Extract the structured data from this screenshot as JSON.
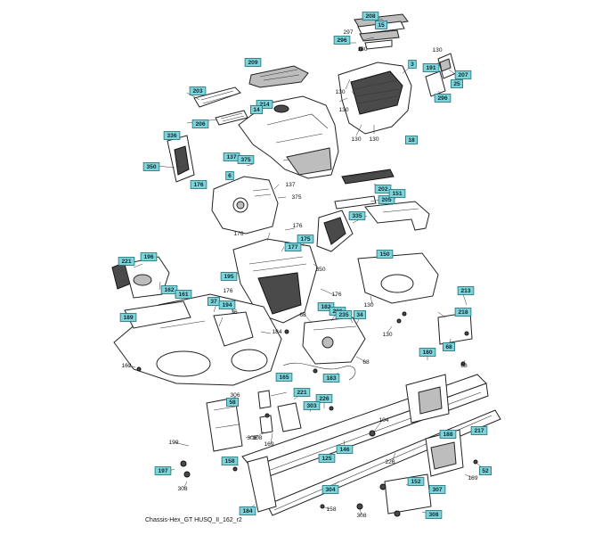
{
  "caption": "Chassis-Hex_GT HUSQ_II_162_r2",
  "callouts": [
    {
      "id": "c208",
      "label": "208",
      "boxed": true
    },
    {
      "id": "c15",
      "label": "15",
      "boxed": true
    },
    {
      "id": "c297",
      "label": "297",
      "boxed": false
    },
    {
      "id": "c296a",
      "label": "296",
      "boxed": true
    },
    {
      "id": "c130a",
      "label": "130",
      "boxed": false
    },
    {
      "id": "c130b",
      "label": "130",
      "boxed": false
    },
    {
      "id": "c3",
      "label": "3",
      "boxed": true
    },
    {
      "id": "c191",
      "label": "191",
      "boxed": true
    },
    {
      "id": "c207",
      "label": "207",
      "boxed": true
    },
    {
      "id": "c25",
      "label": "25",
      "boxed": true
    },
    {
      "id": "c296b",
      "label": "296",
      "boxed": true
    },
    {
      "id": "c209",
      "label": "209",
      "boxed": true
    },
    {
      "id": "c203",
      "label": "203",
      "boxed": true
    },
    {
      "id": "c214",
      "label": "214",
      "boxed": true
    },
    {
      "id": "c14",
      "label": "14",
      "boxed": true
    },
    {
      "id": "c206",
      "label": "206",
      "boxed": true
    },
    {
      "id": "c130c",
      "label": "130",
      "boxed": false
    },
    {
      "id": "c130d",
      "label": "130",
      "boxed": false
    },
    {
      "id": "c130e",
      "label": "130",
      "boxed": false
    },
    {
      "id": "c130f",
      "label": "130",
      "boxed": false
    },
    {
      "id": "c18",
      "label": "18",
      "boxed": true
    },
    {
      "id": "c336",
      "label": "336",
      "boxed": true
    },
    {
      "id": "c350a",
      "label": "350",
      "boxed": true
    },
    {
      "id": "c137a",
      "label": "137",
      "boxed": true
    },
    {
      "id": "c375a",
      "label": "375",
      "boxed": true
    },
    {
      "id": "c6",
      "label": "6",
      "boxed": true
    },
    {
      "id": "c176a",
      "label": "176",
      "boxed": true
    },
    {
      "id": "c137b",
      "label": "137",
      "boxed": false
    },
    {
      "id": "c375b",
      "label": "375",
      "boxed": false
    },
    {
      "id": "c202",
      "label": "202",
      "boxed": true
    },
    {
      "id": "c205",
      "label": "205",
      "boxed": true
    },
    {
      "id": "c151",
      "label": "151",
      "boxed": true
    },
    {
      "id": "c335",
      "label": "335",
      "boxed": true
    },
    {
      "id": "c176b",
      "label": "176",
      "boxed": false
    },
    {
      "id": "c176c",
      "label": "176",
      "boxed": false
    },
    {
      "id": "c175",
      "label": "175",
      "boxed": true
    },
    {
      "id": "c177",
      "label": "177",
      "boxed": true
    },
    {
      "id": "c221a",
      "label": "221",
      "boxed": true
    },
    {
      "id": "c196",
      "label": "196",
      "boxed": true
    },
    {
      "id": "c195",
      "label": "195",
      "boxed": true
    },
    {
      "id": "c350b",
      "label": "350",
      "boxed": false
    },
    {
      "id": "c150",
      "label": "150",
      "boxed": true
    },
    {
      "id": "c162a",
      "label": "162",
      "boxed": true
    },
    {
      "id": "c161",
      "label": "161",
      "boxed": true
    },
    {
      "id": "c176d",
      "label": "176",
      "boxed": false
    },
    {
      "id": "c176e",
      "label": "176",
      "boxed": false
    },
    {
      "id": "c37",
      "label": "37",
      "boxed": true
    },
    {
      "id": "c194",
      "label": "194",
      "boxed": true
    },
    {
      "id": "c36",
      "label": "36",
      "boxed": false
    },
    {
      "id": "c213",
      "label": "213",
      "boxed": true
    },
    {
      "id": "c130g",
      "label": "130",
      "boxed": false
    },
    {
      "id": "c189a",
      "label": "189",
      "boxed": true
    },
    {
      "id": "c68a",
      "label": "68",
      "boxed": false
    },
    {
      "id": "c182",
      "label": "182",
      "boxed": true
    },
    {
      "id": "c236",
      "label": "236",
      "boxed": true
    },
    {
      "id": "c235",
      "label": "235",
      "boxed": true
    },
    {
      "id": "c34",
      "label": "34",
      "boxed": true
    },
    {
      "id": "c218",
      "label": "218",
      "boxed": true
    },
    {
      "id": "c184a",
      "label": "184",
      "boxed": false
    },
    {
      "id": "c130h",
      "label": "130",
      "boxed": false
    },
    {
      "id": "c68b",
      "label": "68",
      "boxed": true
    },
    {
      "id": "c162b",
      "label": "162",
      "boxed": false
    },
    {
      "id": "c180",
      "label": "180",
      "boxed": true
    },
    {
      "id": "c68c",
      "label": "68",
      "boxed": false
    },
    {
      "id": "c68d",
      "label": "68",
      "boxed": false
    },
    {
      "id": "c165",
      "label": "165",
      "boxed": true
    },
    {
      "id": "c183",
      "label": "183",
      "boxed": true
    },
    {
      "id": "c306",
      "label": "306",
      "boxed": false
    },
    {
      "id": "c221b",
      "label": "221",
      "boxed": true
    },
    {
      "id": "c226",
      "label": "226",
      "boxed": true
    },
    {
      "id": "c58",
      "label": "58",
      "boxed": true
    },
    {
      "id": "c303",
      "label": "303",
      "boxed": true
    },
    {
      "id": "c308a",
      "label": "308",
      "boxed": false
    },
    {
      "id": "c104",
      "label": "104",
      "boxed": false
    },
    {
      "id": "c308b",
      "label": "308",
      "boxed": false
    },
    {
      "id": "c169",
      "label": "169",
      "boxed": false
    },
    {
      "id": "c199",
      "label": "199",
      "boxed": false
    },
    {
      "id": "c146",
      "label": "146",
      "boxed": true
    },
    {
      "id": "c217",
      "label": "217",
      "boxed": true
    },
    {
      "id": "c188",
      "label": "188",
      "boxed": true
    },
    {
      "id": "c125",
      "label": "125",
      "boxed": true
    },
    {
      "id": "c228",
      "label": "228",
      "boxed": false
    },
    {
      "id": "c158a",
      "label": "158",
      "boxed": true
    },
    {
      "id": "c197",
      "label": "197",
      "boxed": true
    },
    {
      "id": "c52",
      "label": "52",
      "boxed": true
    },
    {
      "id": "c189b",
      "label": "189",
      "boxed": false
    },
    {
      "id": "c308c",
      "label": "308",
      "boxed": false
    },
    {
      "id": "c152",
      "label": "152",
      "boxed": true
    },
    {
      "id": "c304",
      "label": "304",
      "boxed": true
    },
    {
      "id": "c307",
      "label": "307",
      "boxed": true
    },
    {
      "id": "c184b",
      "label": "184",
      "boxed": true
    },
    {
      "id": "c158b",
      "label": "158",
      "boxed": false
    },
    {
      "id": "c308d",
      "label": "308",
      "boxed": false
    },
    {
      "id": "c308e",
      "label": "308",
      "boxed": true
    }
  ]
}
